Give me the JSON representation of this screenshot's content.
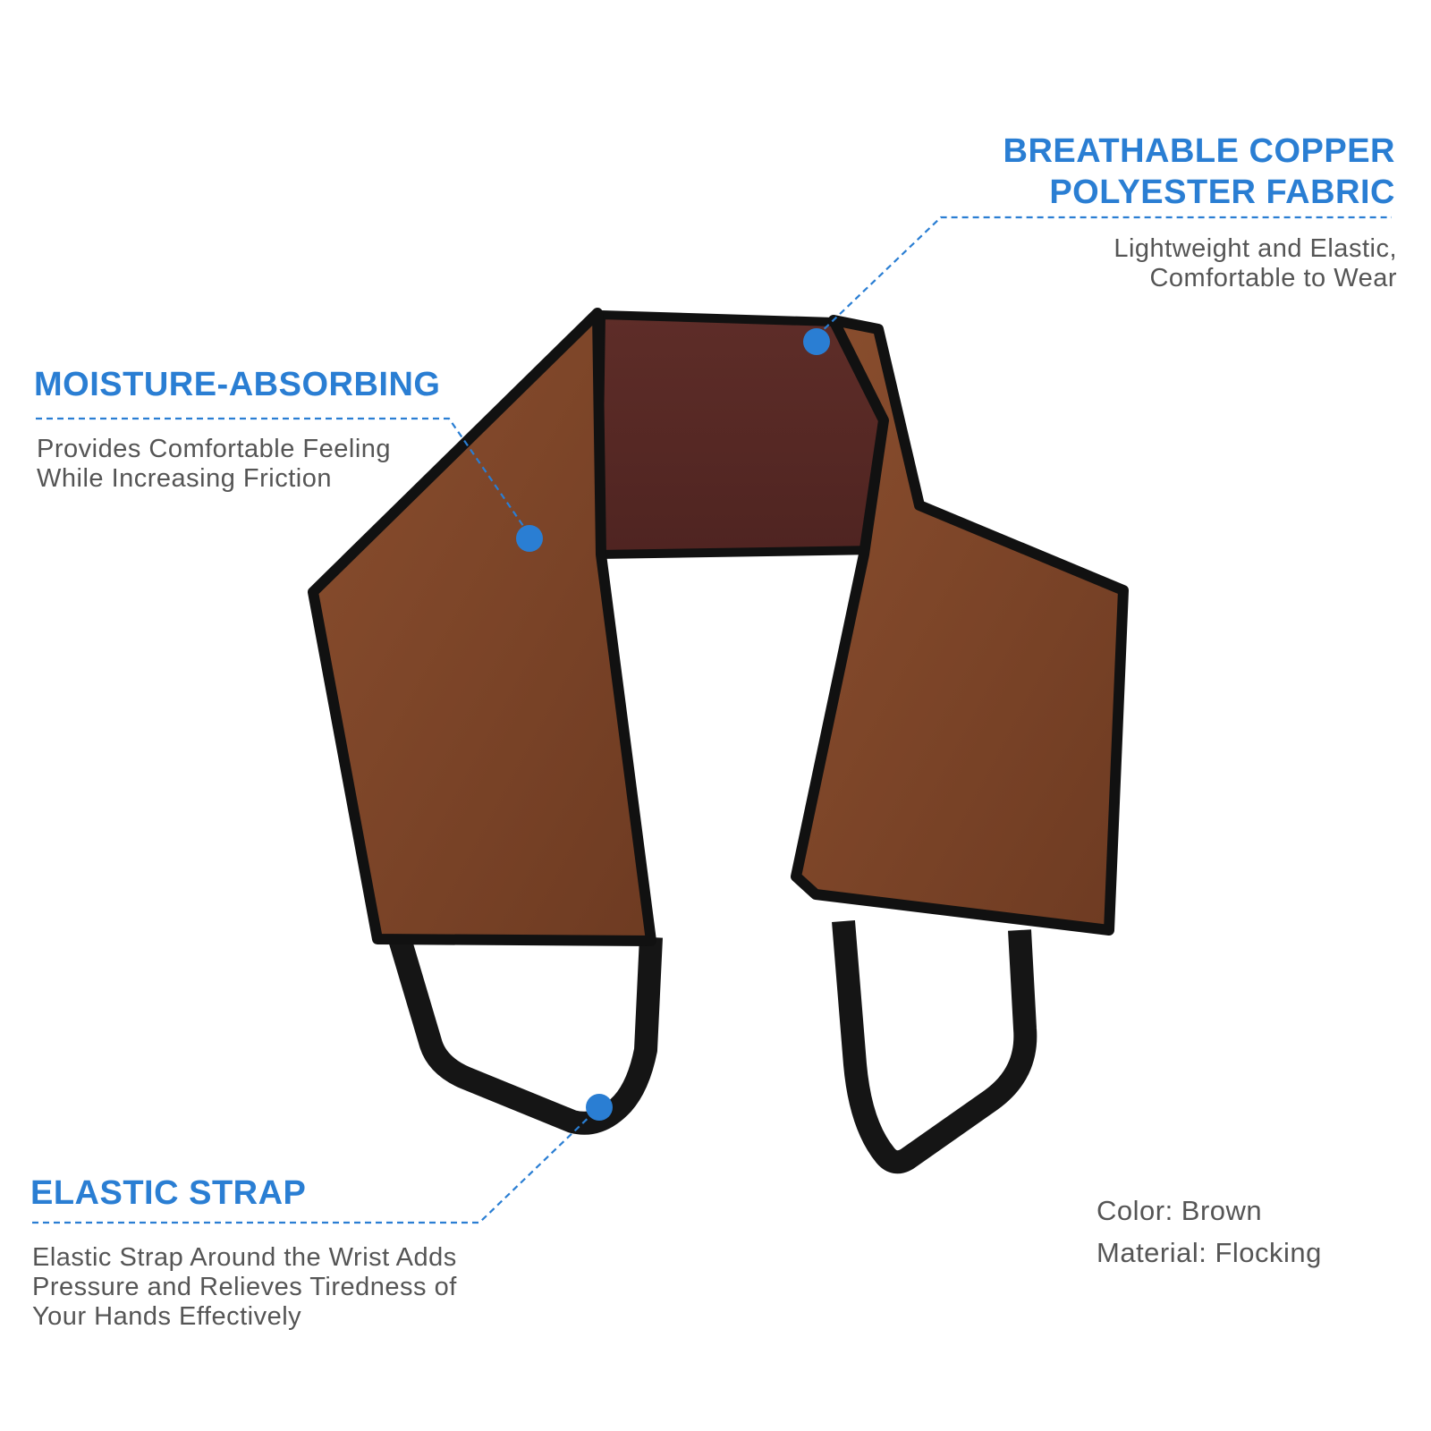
{
  "colors": {
    "accent": "#2a7ed3",
    "fabric": "#7a4326",
    "inner_fabric": "#5a2a26",
    "trim": "#111111"
  },
  "callouts": {
    "fabric": {
      "title_line1": "BREATHABLE COPPER",
      "title_line2": "POLYESTER FABRIC",
      "desc_line1": "Lightweight and Elastic,",
      "desc_line2": "Comfortable to Wear"
    },
    "moisture": {
      "title": "MOISTURE-ABSORBING",
      "desc_line1": "Provides Comfortable Feeling",
      "desc_line2": "While Increasing Friction"
    },
    "strap": {
      "title": "ELASTIC STRAP",
      "desc_line1": "Elastic Strap Around the Wrist Adds",
      "desc_line2": "Pressure and Relieves Tiredness of",
      "desc_line3": "Your Hands Effectively"
    }
  },
  "specs": {
    "color": "Color: Brown",
    "material": "Material: Flocking"
  }
}
